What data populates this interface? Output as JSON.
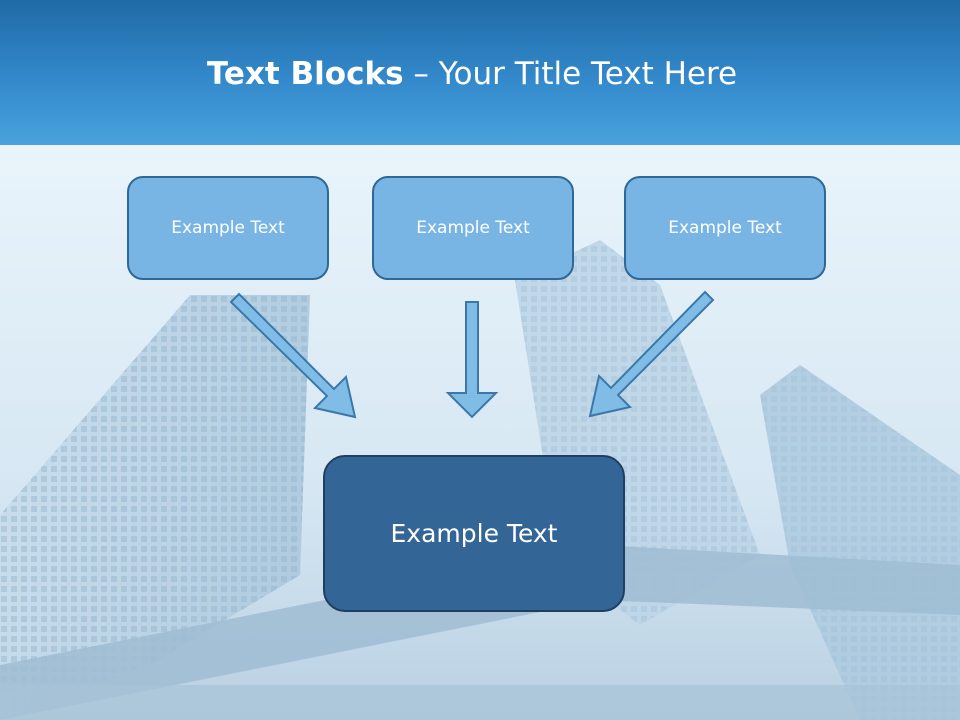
{
  "title": {
    "bold_part": "Text Blocks",
    "rest_part": " – Your Title Text Here"
  },
  "blocks": {
    "top_left": "Example Text",
    "top_center": "Example Text",
    "top_right": "Example Text",
    "bottom": "Example Text"
  },
  "colors": {
    "header": "#3389cb",
    "small_box_fill": "#79b5e4",
    "small_box_border": "#2f6796",
    "big_box_fill": "#336597",
    "arrow_fill": "#80bde6",
    "arrow_stroke": "#3b78aa"
  }
}
